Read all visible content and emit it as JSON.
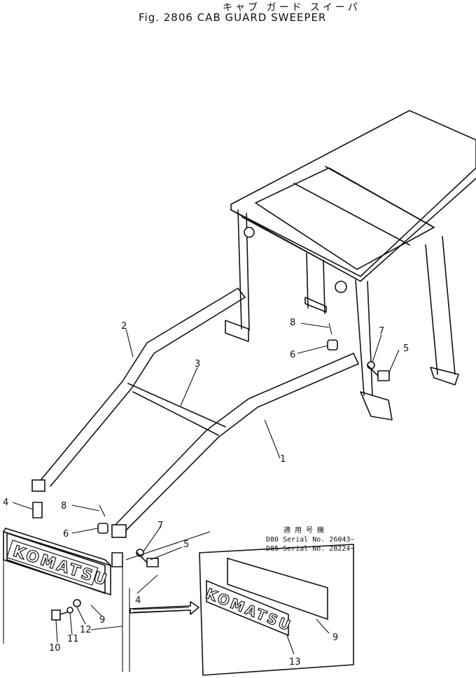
{
  "header": {
    "title_jp": "キャブ ガード スイーパ",
    "title_en": "Fig. 2806 CAB GUARD SWEEPER"
  },
  "applicability": {
    "heading": "適 用 号 機",
    "lines": [
      "D80 Serial No. 26043~",
      "D85 Serial No. 28224~"
    ]
  },
  "logo_text": "KOMATSU",
  "callouts": [
    "1",
    "2",
    "3",
    "4",
    "4",
    "5",
    "5",
    "6",
    "6",
    "7",
    "7",
    "8",
    "8",
    "9",
    "9",
    "10",
    "11",
    "12",
    "13"
  ]
}
